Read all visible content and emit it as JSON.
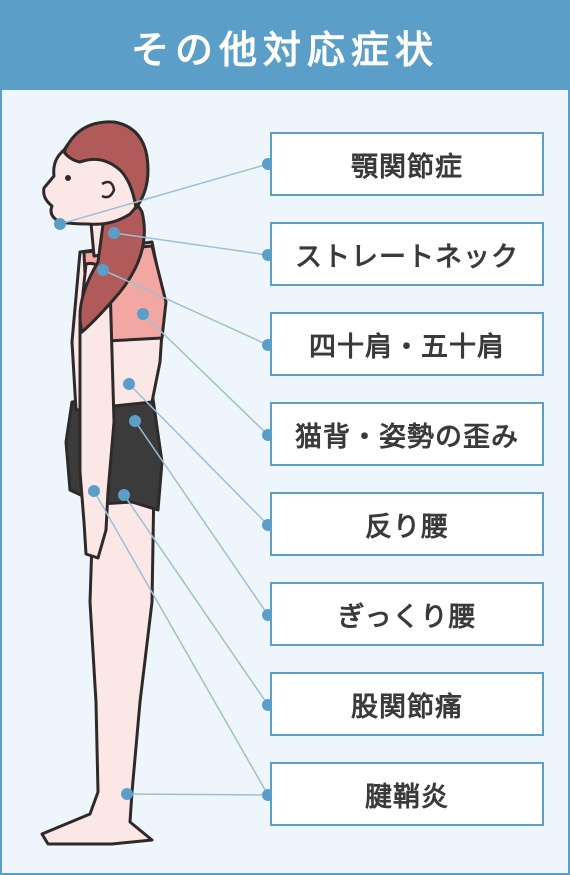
{
  "title": "その他対応症状",
  "accent_color": "#5b9fc9",
  "symptoms": [
    {
      "label": "顎関節症"
    },
    {
      "label": "ストレートネック"
    },
    {
      "label": "四十肩・五十肩"
    },
    {
      "label": "猫背・姿勢の歪み"
    },
    {
      "label": "反り腰"
    },
    {
      "label": "ぎっくり腰"
    },
    {
      "label": "股関節痛"
    },
    {
      "label": "腱鞘炎"
    }
  ]
}
